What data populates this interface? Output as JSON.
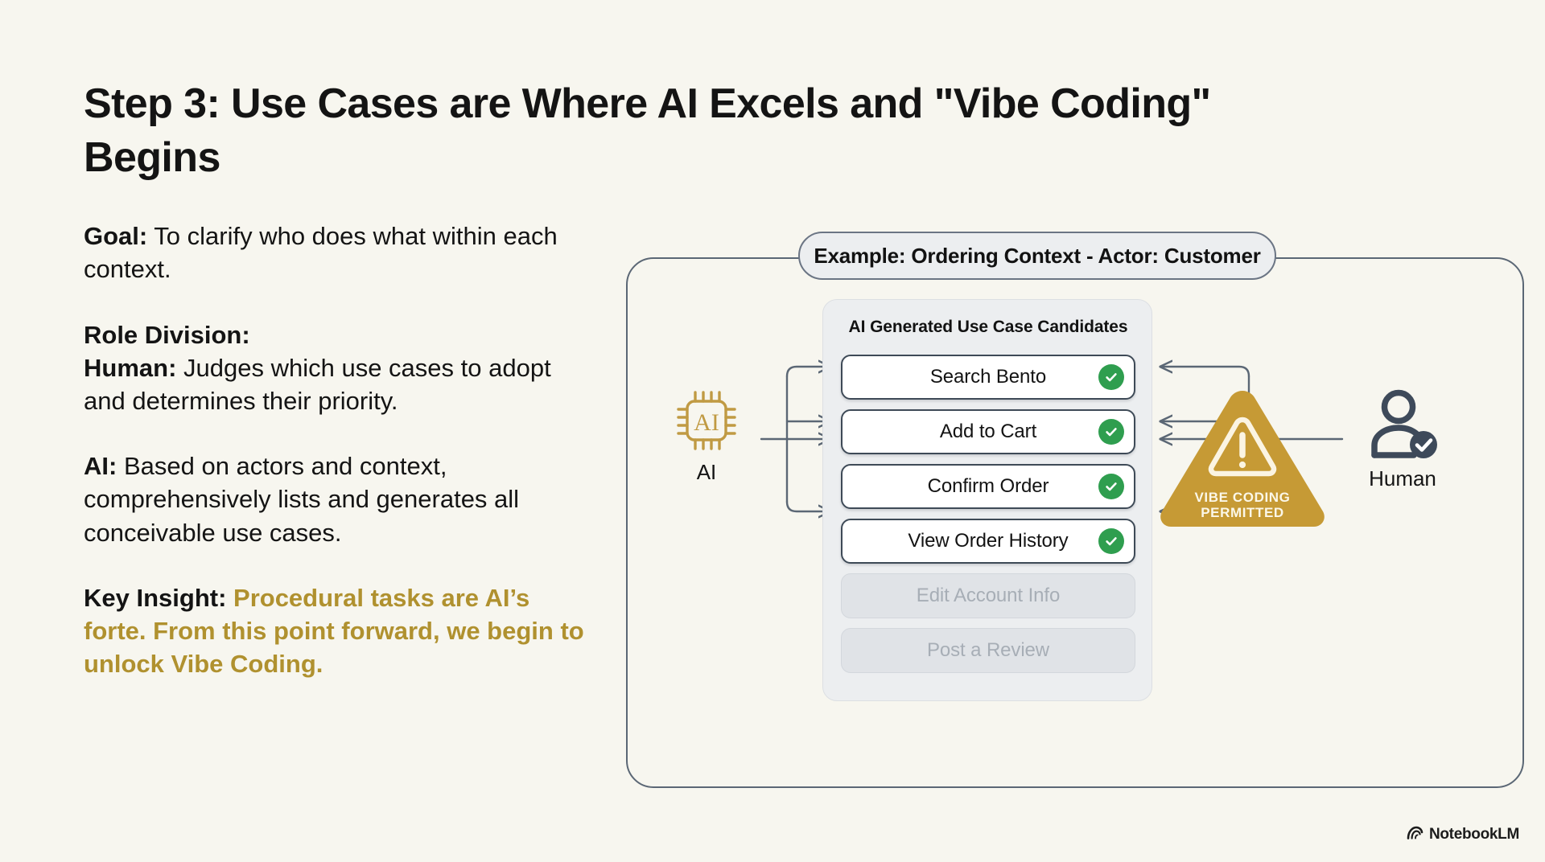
{
  "slide": {
    "title": "Step 3: Use Cases are Where AI Excels and \"Vibe Coding\" Begins",
    "background_color": "#f7f6ef",
    "accent_color": "#b0912f"
  },
  "content": {
    "goal": {
      "lead": "Goal:",
      "text": " To clarify who does what within each context."
    },
    "role_division_heading": "Role Division:",
    "human_role": {
      "lead": "Human:",
      "text": " Judges which use cases to adopt and determines their priority."
    },
    "ai_role": {
      "lead": "AI:",
      "text": " Based on actors and context, comprehensively lists and generates all conceivable use cases."
    },
    "key_insight": {
      "lead": "Key Insight:",
      "text": " Procedural tasks are AI’s forte. From this point forward, we begin to unlock Vibe Coding."
    }
  },
  "diagram": {
    "header_pill": "Example: Ordering Context - Actor: Customer",
    "panel_title": "AI Generated Use Case Candidates",
    "ai_node": {
      "chip_text": "AI",
      "label": "AI",
      "color": "#c09a43"
    },
    "human_node": {
      "label": "Human",
      "color": "#3e4a5a"
    },
    "warning": {
      "line1": "VIBE CODING",
      "line2": "PERMITTED",
      "color": "#c69a35"
    },
    "use_cases": [
      {
        "label": "Search Bento",
        "enabled": true,
        "check": true
      },
      {
        "label": "Add to Cart",
        "enabled": true,
        "check": true
      },
      {
        "label": "Confirm Order",
        "enabled": true,
        "check": true
      },
      {
        "label": "View Order History",
        "enabled": true,
        "check": true
      },
      {
        "label": "Edit Account Info",
        "enabled": false,
        "check": false
      },
      {
        "label": "Post a Review",
        "enabled": false,
        "check": false
      }
    ]
  },
  "footer": {
    "logo_text": "NotebookLM"
  }
}
